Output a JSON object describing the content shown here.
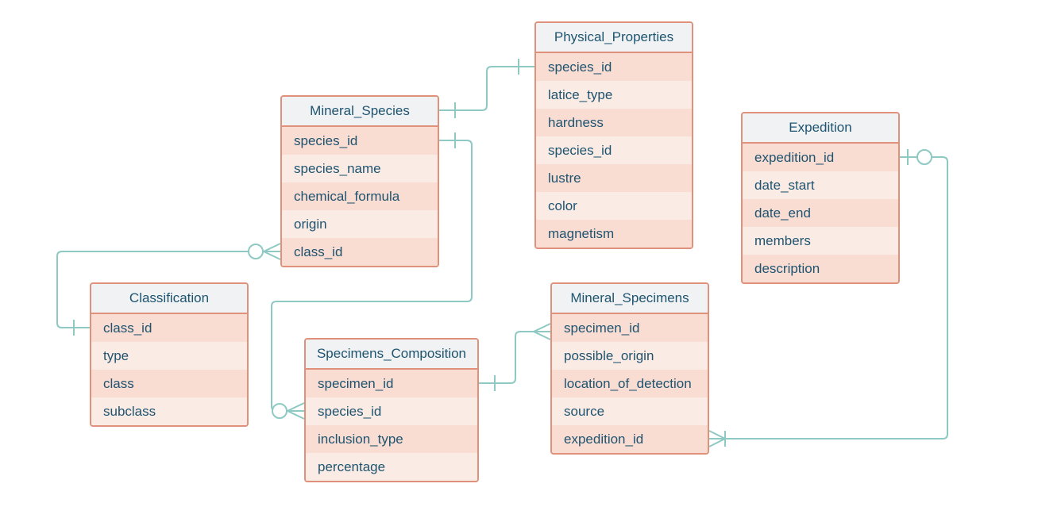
{
  "diagram": {
    "entities": {
      "mineral_species": {
        "name": "Mineral_Species",
        "fields": [
          "species_id",
          "species_name",
          "chemical_formula",
          "origin",
          "class_id"
        ]
      },
      "physical_properties": {
        "name": "Physical_Properties",
        "fields": [
          "species_id",
          "latice_type",
          "hardness",
          "species_id",
          "lustre",
          "color",
          "magnetism"
        ]
      },
      "expedition": {
        "name": "Expedition",
        "fields": [
          "expedition_id",
          "date_start",
          "date_end",
          "members",
          "description"
        ]
      },
      "classification": {
        "name": "Classification",
        "fields": [
          "class_id",
          "type",
          "class",
          "subclass"
        ]
      },
      "specimens_composition": {
        "name": "Specimens_Composition",
        "fields": [
          "specimen_id",
          "species_id",
          "inclusion_type",
          "percentage"
        ]
      },
      "mineral_specimens": {
        "name": "Mineral_Specimens",
        "fields": [
          "specimen_id",
          "possible_origin",
          "location_of_detection",
          "source",
          "expedition_id"
        ]
      }
    },
    "colors": {
      "border": "#e0917b",
      "row_dark": "#f9dcd2",
      "row_light": "#fbebe5",
      "header_bg": "#f1f2f4",
      "text": "#1e5470",
      "connector": "#8ec9c3"
    }
  }
}
